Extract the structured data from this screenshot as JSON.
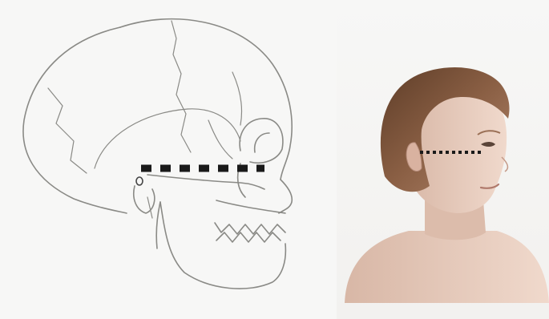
{
  "figure": {
    "panels": [
      {
        "id": "skull",
        "subject": "skull-line-drawing",
        "marker_line": "dashed"
      },
      {
        "id": "child-photo",
        "subject": "child-profile-photo",
        "marker_line": "dotted"
      }
    ],
    "colors": {
      "background": "#f7f7f6",
      "line_art": "#8a8a86",
      "marker": "#1a1a1a",
      "skin": "#e9cfc1",
      "hair": "#7a5238"
    }
  }
}
